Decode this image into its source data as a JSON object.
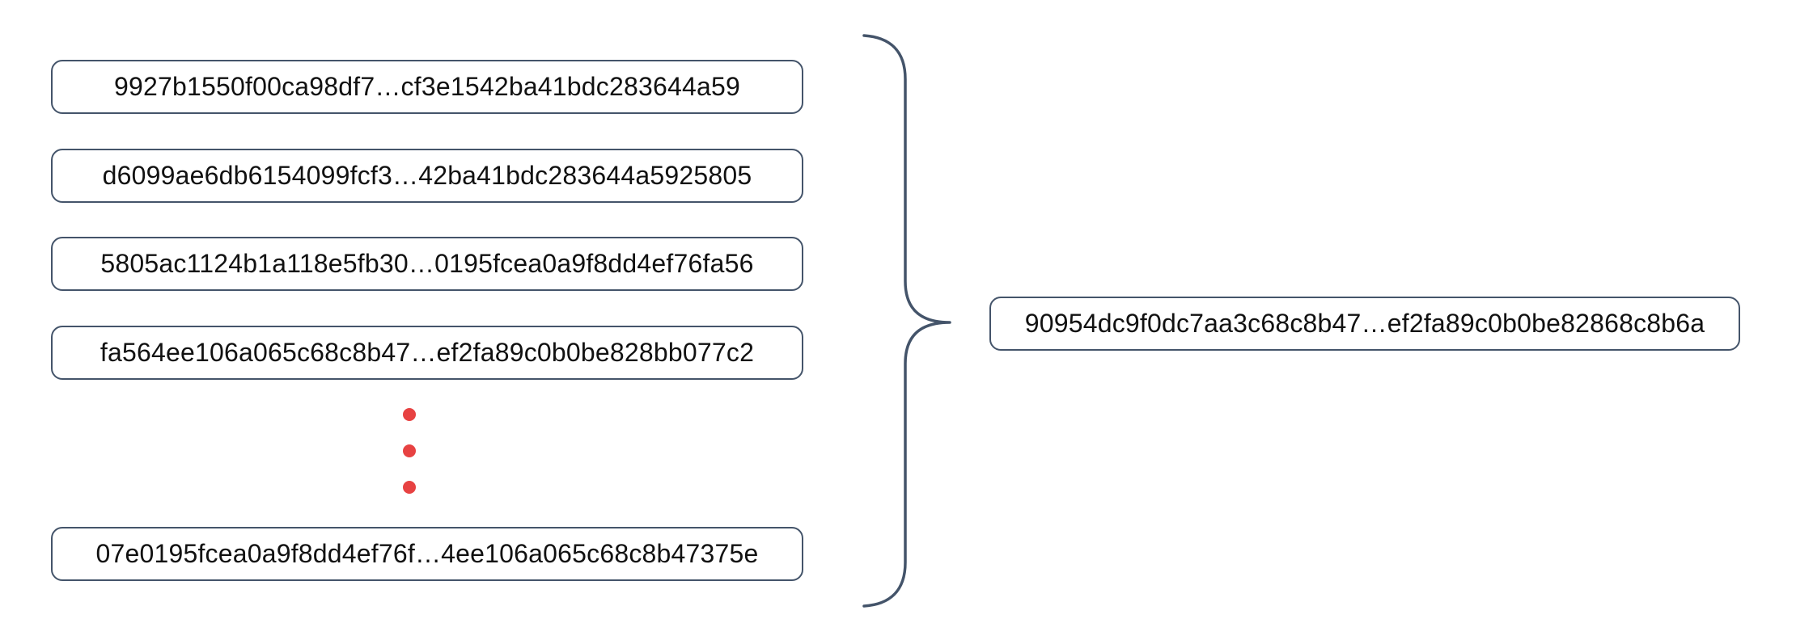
{
  "colors": {
    "background": "#ffffff",
    "box-border": "#44546a",
    "brace": "#44546a",
    "dot": "#e74242",
    "text": "#111111"
  },
  "inputs": {
    "hashes": [
      "9927b1550f00ca98df7…cf3e1542ba41bdc283644a59",
      "d6099ae6db6154099fcf3…42ba41bdc283644a5925805",
      "5805ac1124b1a118e5fb30…0195fcea0a9f8dd4ef76fa56",
      "fa564ee106a065c68c8b47…ef2fa89c0b0be828bb077c2",
      "07e0195fcea0a9f8dd4ef76f…4ee106a065c68c8b47375e"
    ]
  },
  "ellipsis": {
    "icon": "vertical-ellipsis-icon",
    "dot_count": 3
  },
  "output": {
    "hash": "90954dc9f0dc7aa3c68c8b47…ef2fa89c0b0be82868c8b6a"
  }
}
